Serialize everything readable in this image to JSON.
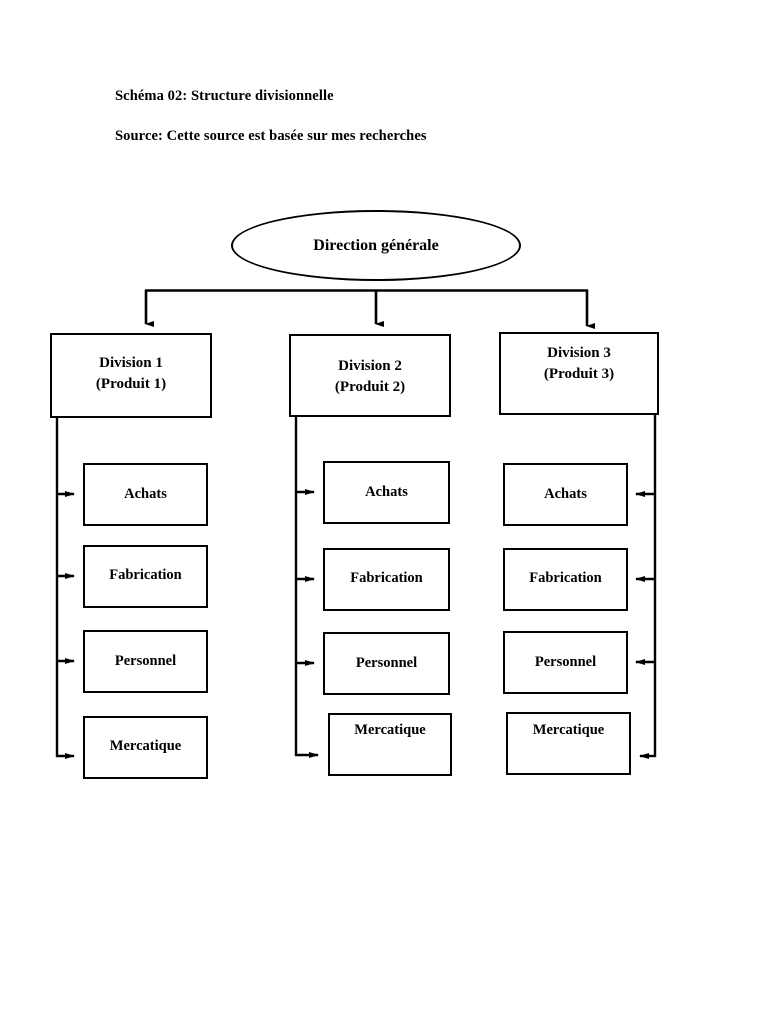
{
  "document": {
    "title_line": "Schéma 02: Structure divisionnelle",
    "source_line": "Source: Cette source est basée sur mes recherches"
  },
  "diagram": {
    "type": "organizational-chart",
    "root": {
      "label": "Direction générale",
      "shape": "ellipse"
    },
    "divisions": [
      {
        "id": "division-1",
        "label_line1": "Division 1",
        "label_line2": "(Produit 1)",
        "connector_side": "left",
        "units": [
          {
            "id": "achats",
            "label": "Achats"
          },
          {
            "id": "fabrication",
            "label": "Fabrication"
          },
          {
            "id": "personnel",
            "label": "Personnel"
          },
          {
            "id": "mercatique",
            "label": "Mercatique"
          }
        ]
      },
      {
        "id": "division-2",
        "label_line1": "Division 2",
        "label_line2": "(Produit 2)",
        "connector_side": "left",
        "units": [
          {
            "id": "achats",
            "label": "Achats"
          },
          {
            "id": "fabrication",
            "label": "Fabrication"
          },
          {
            "id": "personnel",
            "label": "Personnel"
          },
          {
            "id": "mercatique",
            "label": "Mercatique"
          }
        ]
      },
      {
        "id": "division-3",
        "label_line1": "Division 3",
        "label_line2": "(Produit 3)",
        "connector_side": "right",
        "units": [
          {
            "id": "achats",
            "label": "Achats"
          },
          {
            "id": "fabrication",
            "label": "Fabrication"
          },
          {
            "id": "personnel",
            "label": "Personnel"
          },
          {
            "id": "mercatique",
            "label": "Mercatique"
          }
        ]
      }
    ],
    "colors": {
      "stroke": "#000000",
      "fill": "#ffffff",
      "text": "#000000",
      "page_background": "#ffffff"
    }
  }
}
